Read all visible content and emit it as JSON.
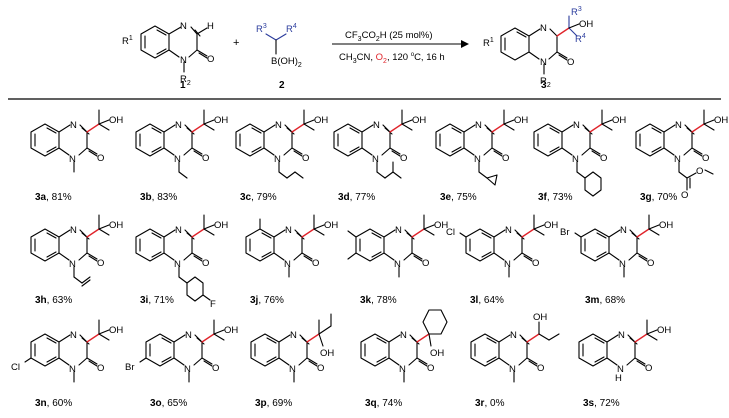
{
  "reaction": {
    "reactant1_id": "1",
    "reactant2_id": "2",
    "product_id": "3",
    "plus": "+",
    "r1": "R",
    "r1_sup": "1",
    "r2": "R",
    "r2_sup": "2",
    "r3": "R",
    "r3_sup": "3",
    "r4": "R",
    "r4_sup": "4",
    "boronic": "B(OH)",
    "boronic_sub": "2",
    "cond_line1_a": "CF",
    "cond_line1_b": "3",
    "cond_line1_c": "CO",
    "cond_line1_d": "2",
    "cond_line1_e": "H (25 mol%)",
    "cond_line2_a": "CH",
    "cond_line2_b": "3",
    "cond_line2_c": "CN, ",
    "cond_line2_o2": "O",
    "cond_line2_o2sub": "2",
    "cond_line2_d": ", 120 ",
    "cond_line2_deg": "o",
    "cond_line2_e": "C, 16 h",
    "accent_red": "#e0242b",
    "accent_blue": "#2a3b9c"
  },
  "atoms": {
    "N": "N",
    "O": "O",
    "H": "H",
    "OH": "OH",
    "Cl": "Cl",
    "Br": "Br",
    "F": "F",
    "O_ester": "O"
  },
  "products": [
    {
      "id": "3a",
      "yield": ", 81%"
    },
    {
      "id": "3b",
      "yield": ", 83%"
    },
    {
      "id": "3c",
      "yield": ", 79%"
    },
    {
      "id": "3d",
      "yield": ", 77%"
    },
    {
      "id": "3e",
      "yield": ", 75%"
    },
    {
      "id": "3f",
      "yield": ", 73%"
    },
    {
      "id": "3g",
      "yield": ", 70%"
    },
    {
      "id": "3h",
      "yield": ", 63%"
    },
    {
      "id": "3i",
      "yield": ", 71%"
    },
    {
      "id": "3j",
      "yield": ", 76%"
    },
    {
      "id": "3k",
      "yield": ", 78%"
    },
    {
      "id": "3l",
      "yield": ", 64%"
    },
    {
      "id": "3m",
      "yield": ", 68%"
    },
    {
      "id": "3n",
      "yield": ", 60%"
    },
    {
      "id": "3o",
      "yield": ", 65%"
    },
    {
      "id": "3p",
      "yield": ", 69%"
    },
    {
      "id": "3q",
      "yield": ", 74%"
    },
    {
      "id": "3r",
      "yield": ", 0%"
    },
    {
      "id": "3s",
      "yield": ", 72%"
    }
  ]
}
